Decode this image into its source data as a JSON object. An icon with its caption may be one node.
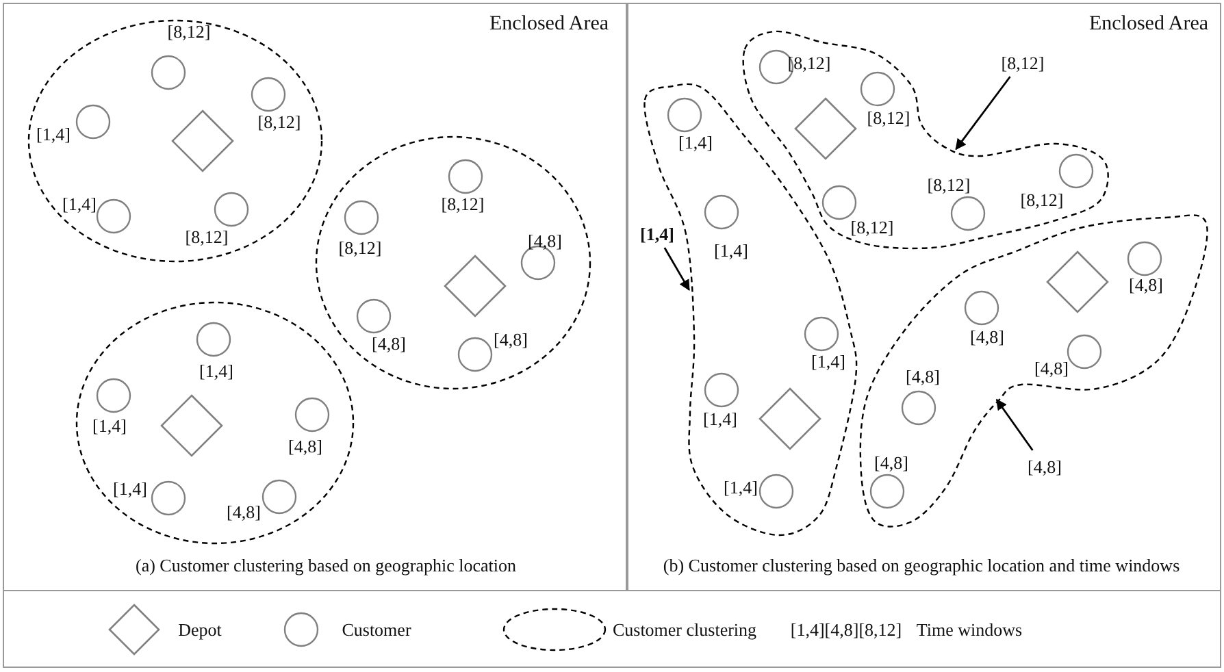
{
  "diagram": {
    "nodes": [
      {
        "text": [
          "Enclosed Area",
          "(a) Customer clustering based on geographic location"
        ]
      },
      {
        "text": [],
        "shape": "ellipse",
        "in": 0
      },
      {
        "text": [],
        "shape": "diamond",
        "in": 1
      },
      {
        "text": [
          "[8,12]"
        ],
        "in": 1
      },
      {
        "text": [
          "[8,12]"
        ],
        "in": 1
      },
      {
        "text": [
          "[1,4]"
        ],
        "in": 1
      },
      {
        "text": [
          "[1,4]"
        ],
        "in": 1
      },
      {
        "text": [
          "[8,12]"
        ],
        "in": 1
      },
      {
        "text": [],
        "shape": "ellipse",
        "in": 0
      },
      {
        "text": [],
        "shape": "diamond",
        "in": 8
      },
      {
        "text": [
          "[8,12]"
        ],
        "in": 8
      },
      {
        "text": [
          "[8,12]"
        ],
        "in": 8
      },
      {
        "text": [
          "[4,8]"
        ],
        "in": 8
      },
      {
        "text": [
          "[4,8]"
        ],
        "in": 8
      },
      {
        "text": [
          "[4,8]"
        ],
        "in": 8
      },
      {
        "text": [],
        "shape": "ellipse",
        "in": 0
      },
      {
        "text": [],
        "shape": "diamond",
        "in": 15
      },
      {
        "text": [
          "[1,4]"
        ],
        "in": 15
      },
      {
        "text": [
          "[1,4]"
        ],
        "in": 15
      },
      {
        "text": [
          "[4,8]"
        ],
        "in": 15
      },
      {
        "text": [
          "[1,4]"
        ],
        "in": 15
      },
      {
        "text": [
          "[4,8]"
        ],
        "in": 15
      },
      {
        "text": [
          "Enclosed Area",
          "(b) Customer clustering based on geographic location and time windows"
        ]
      },
      {
        "text": [
          "[1,4]"
        ],
        "in": 22
      },
      {
        "text": [],
        "shape": "cloud",
        "in": 22
      },
      {
        "text": [],
        "shape": "diamond",
        "in": 24
      },
      {
        "text": [
          "[1,4]"
        ],
        "in": 24
      },
      {
        "text": [
          "[1,4]"
        ],
        "in": 24
      },
      {
        "text": [
          "[1,4]"
        ],
        "in": 24
      },
      {
        "text": [
          "[1,4]"
        ],
        "in": 24
      },
      {
        "text": [
          "[1,4]"
        ],
        "in": 24
      },
      {
        "text": [
          "[8,12]"
        ],
        "in": 22
      },
      {
        "text": [],
        "shape": "cloud",
        "in": 22
      },
      {
        "text": [],
        "shape": "diamond",
        "in": 32
      },
      {
        "text": [
          "[8,12]"
        ],
        "in": 32
      },
      {
        "text": [
          "[8,12]"
        ],
        "in": 32
      },
      {
        "text": [
          "[8,12]"
        ],
        "in": 32
      },
      {
        "text": [
          "[8,12]"
        ],
        "in": 32
      },
      {
        "text": [
          "[8,12]"
        ],
        "in": 32
      },
      {
        "text": [
          "[4,8]"
        ],
        "in": 22
      },
      {
        "text": [],
        "shape": "cloud",
        "in": 22
      },
      {
        "text": [],
        "shape": "diamond",
        "in": 40
      },
      {
        "text": [
          "[4,8]"
        ],
        "in": 40
      },
      {
        "text": [
          "[4,8]"
        ],
        "in": 40
      },
      {
        "text": [
          "[4,8]"
        ],
        "in": 40
      },
      {
        "text": [
          "[4,8]"
        ],
        "in": 40
      },
      {
        "text": [
          "[4,8]"
        ],
        "in": 40
      }
    ],
    "edges": [
      {
        "from": 23,
        "to": 24,
        "arrow": "to"
      },
      {
        "from": 31,
        "to": 32,
        "arrow": "to"
      },
      {
        "from": 39,
        "to": 40,
        "arrow": "to"
      }
    ],
    "labels": [
      "[1,4][4,8][8,12]"
    ],
    "legend": [
      {
        "text": "Depot"
      },
      {
        "text": "Customer"
      },
      {
        "text": "Customer clustering"
      },
      {
        "text": "Time windows"
      }
    ]
  }
}
